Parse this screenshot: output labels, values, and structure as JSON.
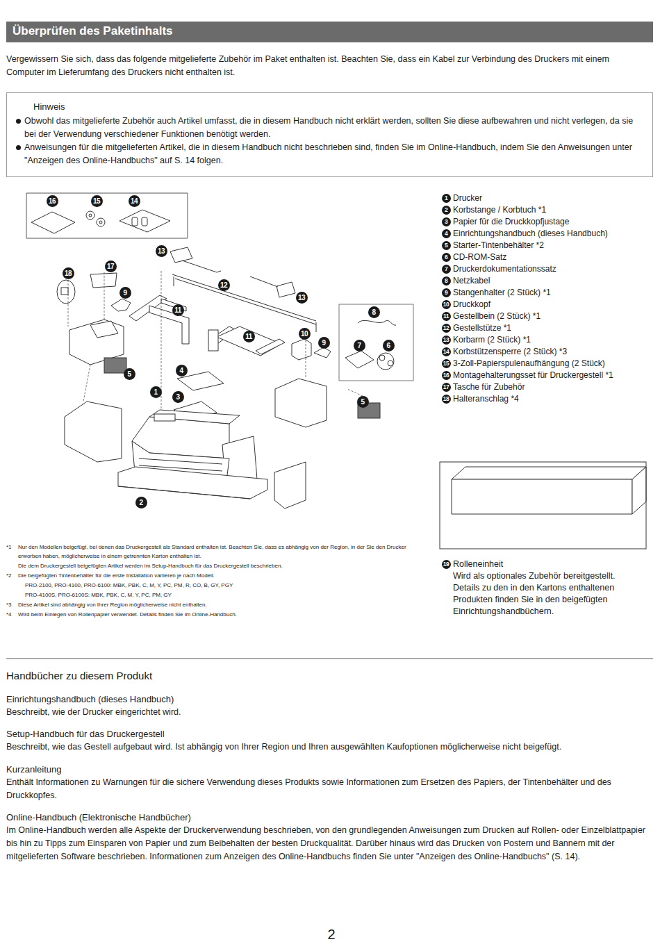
{
  "diagram": {
    "title": "Überprüfen des Paketinhalts",
    "nodes": [
      {
        "text": [
          "Hinweis",
          "Obwohl das mitgelieferte Zubehör auch Artikel umfasst, die in diesem Handbuch nicht erklärt werden, sollten Sie diese aufbewahren und nicht verlegen, da sie bei der Verwendung verschiedener Funktionen benötigt werden.",
          "Anweisungen für die mitgelieferten Artikel, die in diesem Handbuch nicht beschrieben sind, finden Sie im Online-Handbuch, indem Sie den Anweisungen unter \"Anzeigen des Online-Handbuchs\" auf S. 14 folgen."
        ]
      }
    ],
    "labels": [
      "Vergewissern Sie sich, dass das folgende mitgelieferte Zubehör im Paket enthalten ist. Beachten Sie, dass ein Kabel zur Verbindung des Druckers mit einem Computer im Lieferumfang des Druckers nicht enthalten ist.",
      "16",
      "15",
      "14",
      "13",
      "18",
      "17",
      "9",
      "12",
      "13",
      "11",
      "8",
      "10",
      "11",
      "9",
      "7",
      "6",
      "4",
      "5",
      "1",
      "3",
      "5",
      "2",
      "1",
      "Drucker",
      "2",
      "Korbstange / Korbtuch *1",
      "3",
      "Papier für die Druckkopfjustage",
      "4",
      "Einrichtungshandbuch (dieses Handbuch)",
      "5",
      "Starter-Tintenbehälter *2",
      "6",
      "CD-ROM-Satz",
      "7",
      "Druckerdokumentationssatz",
      "8",
      "Netzkabel",
      "9",
      "Stangenhalter (2 Stück) *1",
      "10",
      "Druckkopf",
      "11",
      "Gestellbein (2 Stück) *1",
      "12",
      "Gestellstütze *1",
      "13",
      "Korbarm (2 Stück) *1",
      "14",
      "Korbstützensperre (2 Stück) *3",
      "15",
      "3-Zoll-Papierspulenaufhängung (2 Stück)",
      "16",
      "Montagehalterungsset für Druckergestell *1",
      "17",
      "Tasche für Zubehör",
      "18",
      "Halteranschlag *4",
      "*1",
      "Nur den Modellen beigefügt, bei denen das Druckergestell als Standard enthalten ist. Beachten Sie, dass es abhängig von der Region, in der Sie den Drucker erworben haben, möglicherweise in einem getrennten Karton enthalten ist.",
      "Die dem Druckergestell beigefügten Artikel werden im Setup-Handbuch für das Druckergestell beschrieben.",
      "*2",
      "Die beigefügten Tintenbehälter für die erste Installation variieren je nach Modell.",
      "PRO-2100, PRO-4100, PRO-6100: MBK, PBK, C, M, Y, PC, PM, R, CO, B, GY, PGY",
      "PRO-4100S, PRO-6100S: MBK, PBK, C, M, Y, PC, PM, GY",
      "*3",
      "Diese Artikel sind abhängig von Ihrer Region möglicherweise nicht enthalten.",
      "*4",
      "Wird beim Einlegen von Rollenpapier verwendet. Details finden Sie im Online-Handbuch.",
      "19",
      "Rolleneinheit",
      "Wird als optionales Zubehör bereitgestellt. Details zu den in den Kartons enthaltenen Produkten finden Sie in den beigefügten Einrichtungshandbüchern.",
      "Handbücher zu diesem Produkt",
      "Einrichtungshandbuch (dieses Handbuch)",
      "Beschreibt, wie der Drucker eingerichtet wird.",
      "Setup-Handbuch für das Druckergestell",
      "Beschreibt, wie das Gestell aufgebaut wird. Ist abhängig von Ihrer Region und Ihren ausgewählten Kaufoptionen möglicherweise nicht beigefügt.",
      "Kurzanleitung",
      "Enthält Informationen zu Warnungen für die sichere Verwendung dieses Produkts sowie Informationen zum Ersetzen des Papiers, der Tintenbehälter und des Druckkopfes.",
      "Online-Handbuch (Elektronische Handbücher)",
      "Im Online-Handbuch werden alle Aspekte der Druckerverwendung beschrieben, von den grundlegenden Anweisungen zum Drucken auf Rollen- oder Einzelblattpapier bis hin zu Tipps zum Einsparen von Papier und zum Beibehalten der besten Druckqualität. Darüber hinaus wird das Drucken von Postern und Bannern mit der mitgelieferten Software beschrieben. Informationen zum Anzeigen des Online-Handbuchs finden Sie unter \"Anzeigen des Online-Handbuchs\" (S. 14).",
      "2"
    ]
  }
}
